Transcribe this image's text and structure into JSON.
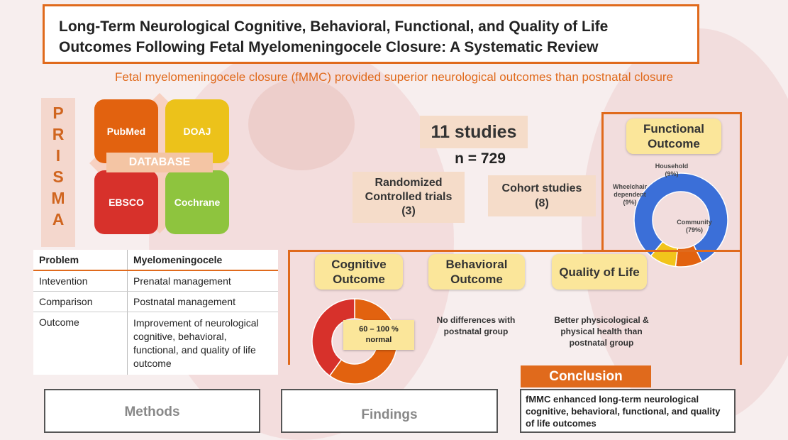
{
  "title": "Long-Term Neurological Cognitive, Behavioral, Functional, and Quality of Life Outcomes Following Fetal Myelomeningocele Closure: A Systematic Review",
  "subtitle": "Fetal myelomeningocele closure (fMMC) provided superior neurological outcomes than postnatal closure",
  "prisma": [
    "P",
    "R",
    "I",
    "S",
    "M",
    "A"
  ],
  "databases": {
    "label": "DATABASE",
    "pubmed": "PubMed",
    "doaj": "DOAJ",
    "ebsco": "EBSCO",
    "cochrane": "Cochrane",
    "colors": {
      "pubmed": "#e2620f",
      "doaj": "#ecc21a",
      "ebsco": "#d7312b",
      "cochrane": "#8ec43e"
    }
  },
  "pico": {
    "headers": [
      "Problem",
      "Myelomeningocele"
    ],
    "rows": [
      [
        "Intevention",
        "Prenatal management"
      ],
      [
        "Comparison",
        "Postnatal management"
      ],
      [
        "Outcome",
        "Improvement of neurological cognitive, behavioral, functional, and quality of life outcome"
      ]
    ]
  },
  "studies": {
    "count": "11 studies",
    "n": "n = 729",
    "rct": "Randomized Controlled trials (3)",
    "cohort": "Cohort studies (8)"
  },
  "functional": {
    "title": "Functional Outcome",
    "labels": {
      "household": "Household",
      "household_pct": "(9%)",
      "wheelchair": "Wheelchair dependent",
      "wheelchair_pct": "(9%)",
      "community": "Community",
      "community_pct": "(79%)"
    }
  },
  "chart_data": [
    {
      "type": "pie",
      "variant": "donut",
      "title": "Functional Outcome",
      "categories": [
        "Community",
        "Wheelchair dependent",
        "Household"
      ],
      "values": [
        79,
        9,
        9
      ],
      "colors": [
        "#3b6fd8",
        "#e2620f",
        "#f2c41b"
      ]
    },
    {
      "type": "pie",
      "variant": "donut",
      "title": "Cognitive Outcome",
      "categories": [
        "60 – 100 % normal"
      ],
      "values": [
        60,
        40
      ],
      "colors": [
        "#e2620f",
        "#d7312b"
      ]
    }
  ],
  "cognitive": {
    "title": "Cognitive Outcome",
    "center": "60 – 100 % normal"
  },
  "behavioral": {
    "title": "Behavioral Outcome",
    "text": "No differences with postnatal group"
  },
  "qol": {
    "title": "Quality of Life",
    "text": "Better physicological & physical health than postnatal group"
  },
  "conclusion": {
    "label": "Conclusion",
    "text": "fMMC enhanced  long-term neurological cognitive, behavioral, functional, and quality of life outcomes"
  },
  "footer": {
    "methods": "Methods",
    "findings": "Findings"
  },
  "colors": {
    "accent": "#e06a1c",
    "peach": "#f5dcc9",
    "yellow": "#fbe69a"
  }
}
